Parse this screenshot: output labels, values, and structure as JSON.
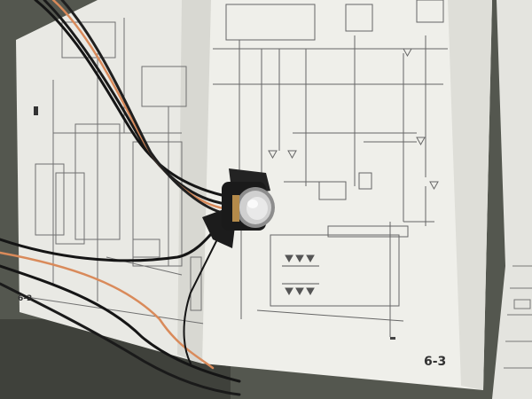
{
  "photo": {
    "subject": "wiring-diagram-manual-with-push-button-switch",
    "left_page_number": "6-2",
    "right_page_number": "6-3",
    "colors": {
      "background": "#54574f",
      "paper": "#eeeeea",
      "paper_shadow": "#d6d6d0",
      "diagram_lines": "#6a6a6a",
      "wire_black": "#151515",
      "wire_orange": "#d98a5a",
      "switch_body": "#1c1c1c",
      "switch_chrome": "#c9c9c9"
    }
  }
}
